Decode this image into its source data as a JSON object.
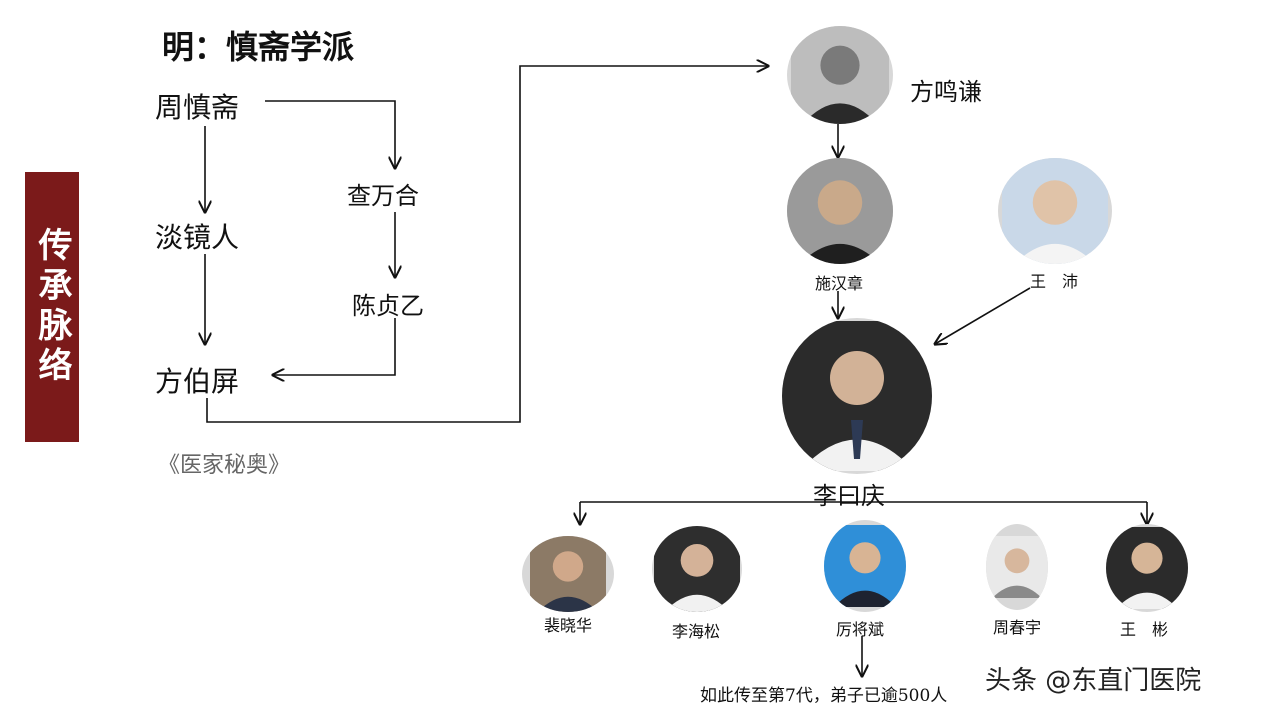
{
  "banner": {
    "text": "传承脉络",
    "color": "#7b1a1a"
  },
  "title": "明：慎斋学派",
  "lineage_left": {
    "zhou_shenzhai": "周慎斋",
    "zha_wanhe": "查万合",
    "tan_jingren": "淡镜人",
    "chen_zhenyi": "陈贞乙",
    "fang_boping": "方伯屏"
  },
  "book": "《医家秘奥》",
  "lineage_right": {
    "fang_mingqian": "方鸣谦",
    "shi_hanzhang": "施汉章",
    "wang_pei": "王　沛",
    "li_yueqing": "李曰庆"
  },
  "disciples": [
    {
      "name": "裴晓华"
    },
    {
      "name": "李海松"
    },
    {
      "name": "厉将斌"
    },
    {
      "name": "周春宇"
    },
    {
      "name": "王　彬"
    }
  ],
  "footer_note": "如此传至第7代，弟子已逾500人",
  "watermark": "头条 @东直门医院"
}
